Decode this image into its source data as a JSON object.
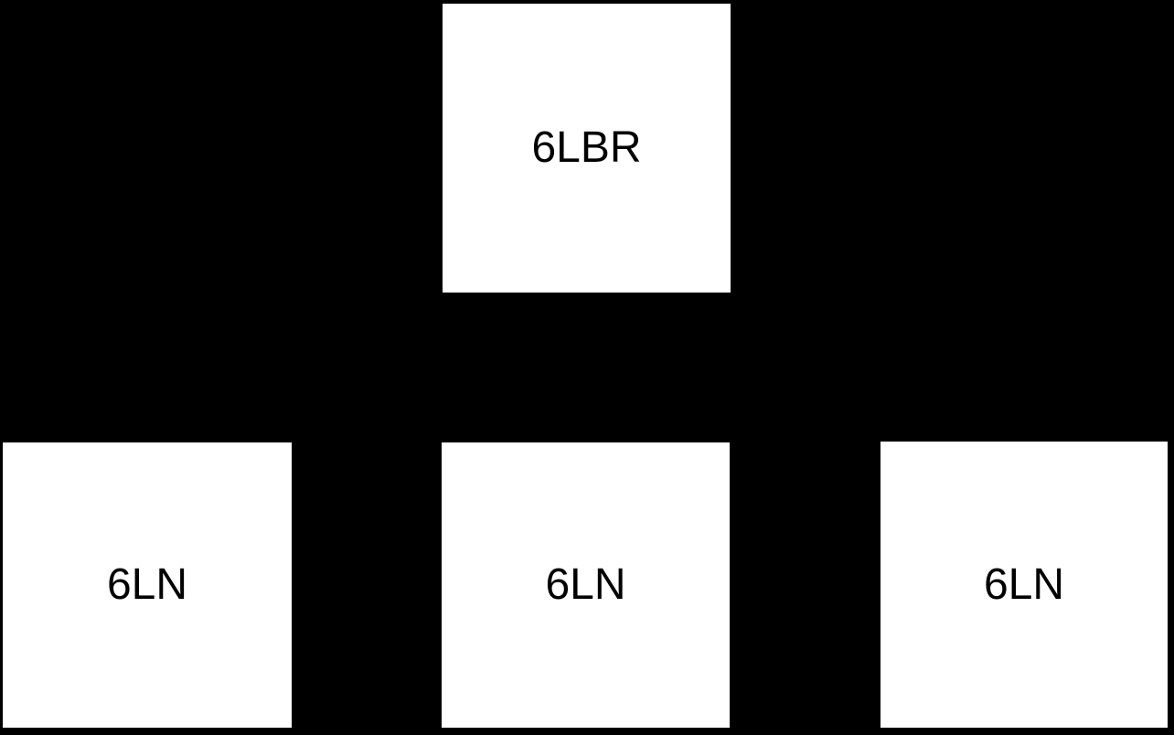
{
  "diagram": {
    "type": "network-topology",
    "background_color": "#000000",
    "node_fill_color": "#ffffff",
    "node_text_color": "#000000",
    "nodes": [
      {
        "label": "6LBR"
      },
      {
        "label": "6LN"
      },
      {
        "label": "6LN"
      },
      {
        "label": "6LN"
      }
    ]
  }
}
